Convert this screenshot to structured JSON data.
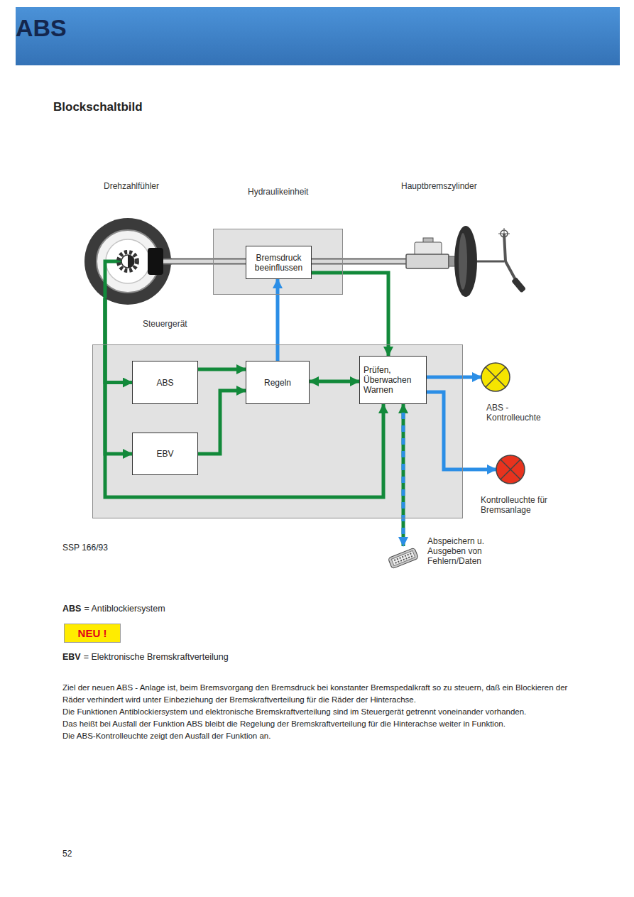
{
  "diagram": {
    "title": "ABS",
    "nodes": [
      {
        "text": [
          "Drehzahlfühler"
        ]
      },
      {
        "text": [
          "Hydraulikeinheit"
        ]
      },
      {
        "text": [
          "Bremsdruck beeinflussen"
        ],
        "in": 1
      },
      {
        "text": [
          "Hauptbremszylinder"
        ]
      },
      {
        "text": [
          "Steuergerät"
        ]
      },
      {
        "text": [
          "ABS"
        ],
        "in": 4
      },
      {
        "text": [
          "Regeln"
        ],
        "in": 4
      },
      {
        "text": [
          "Prüfen, Überwachen Warnen"
        ],
        "in": 4
      },
      {
        "text": [
          "EBV"
        ],
        "in": 4
      },
      {
        "text": [
          "ABS - Kontrolleuchte"
        ]
      },
      {
        "text": [
          "Kontrolleuchte für Bremsanlage"
        ]
      },
      {
        "text": [
          "Abspeichern u. Ausgeben von Fehlern/Daten"
        ]
      },
      {
        "text": [
          "NEU !"
        ]
      }
    ],
    "edges": [
      {
        "from": 0,
        "to": 5,
        "arrow": "to"
      },
      {
        "from": 0,
        "to": 8,
        "arrow": "to"
      },
      {
        "from": 0,
        "to": 7,
        "arrow": "to"
      },
      {
        "from": 5,
        "to": 6,
        "arrow": "to"
      },
      {
        "from": 8,
        "to": 6,
        "arrow": "to"
      },
      {
        "from": 6,
        "to": 7,
        "arrow": "both"
      },
      {
        "from": 6,
        "to": 2,
        "arrow": "to"
      },
      {
        "from": 2,
        "to": 7,
        "arrow": "to"
      },
      {
        "from": 7,
        "to": 9,
        "arrow": "to"
      },
      {
        "from": 7,
        "to": 10,
        "arrow": "to"
      },
      {
        "from": 7,
        "to": 11,
        "arrow": "both"
      },
      {
        "from": 0,
        "to": 2,
        "arrow": "none"
      },
      {
        "from": 2,
        "to": 3,
        "arrow": "none"
      }
    ],
    "labels": [
      "Blockschaltbild",
      "SSP 166/93",
      "ABS",
      "= Antiblockiersystem",
      "EBV",
      "= Elektronische Bremskraftverteilung",
      "Ziel der neuen ABS - Anlage ist, beim Bremsvorgang den Bremsdruck bei konstanter Bremspedalkraft so zu steuern, daß ein Blockieren der Räder verhindert wird unter Einbeziehung der Bremskraftverteilung für die Räder der Hinterachse.",
      "Die Funktionen Antiblockiersystem und elektronische Bremskraftverteilung sind im Steuergerät getrennt voneinander vorhanden.",
      "Das heißt bei Ausfall der Funktion ABS bleibt die Regelung der Bremskraftverteilung für die Hinterachse weiter in Funktion.",
      "Die ABS-Kontrolleuchte zeigt den Ausfall der Funktion an.",
      "52"
    ]
  }
}
